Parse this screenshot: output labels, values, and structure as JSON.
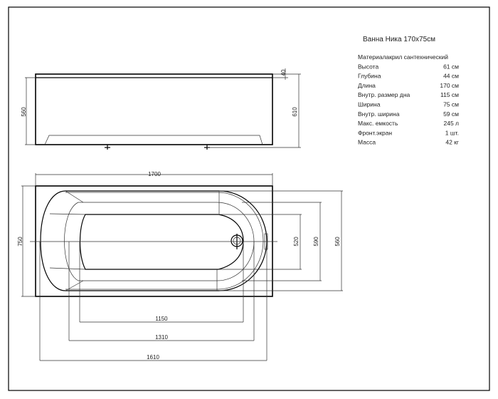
{
  "title": "Ванна Ника   170х75см",
  "specs": [
    {
      "label": "Материал",
      "value": "акрил сантехнический"
    },
    {
      "label": "Высота",
      "value": "61 см"
    },
    {
      "label": "Глубина",
      "value": "44 см"
    },
    {
      "label": "Длина",
      "value": "170 см"
    },
    {
      "label": "Внутр. размер дна",
      "value": "115 см"
    },
    {
      "label": "Ширина",
      "value": "75 см"
    },
    {
      "label": "Внутр. ширина",
      "value": "59 см"
    },
    {
      "label": "Макс. емкость",
      "value": "245 л"
    },
    {
      "label": "Фронт.экран",
      "value": "1 шт."
    },
    {
      "label": "Масса",
      "value": "42 кг"
    }
  ],
  "side_view": {
    "dim_height_inner": "560",
    "dim_rim": "40",
    "dim_height_total": "610"
  },
  "top_view": {
    "dim_length": "1700",
    "dim_width": "750",
    "dim_520": "520",
    "dim_590": "590",
    "dim_560": "560",
    "dim_1150": "1150",
    "dim_1310": "1310",
    "dim_1610": "1610"
  }
}
